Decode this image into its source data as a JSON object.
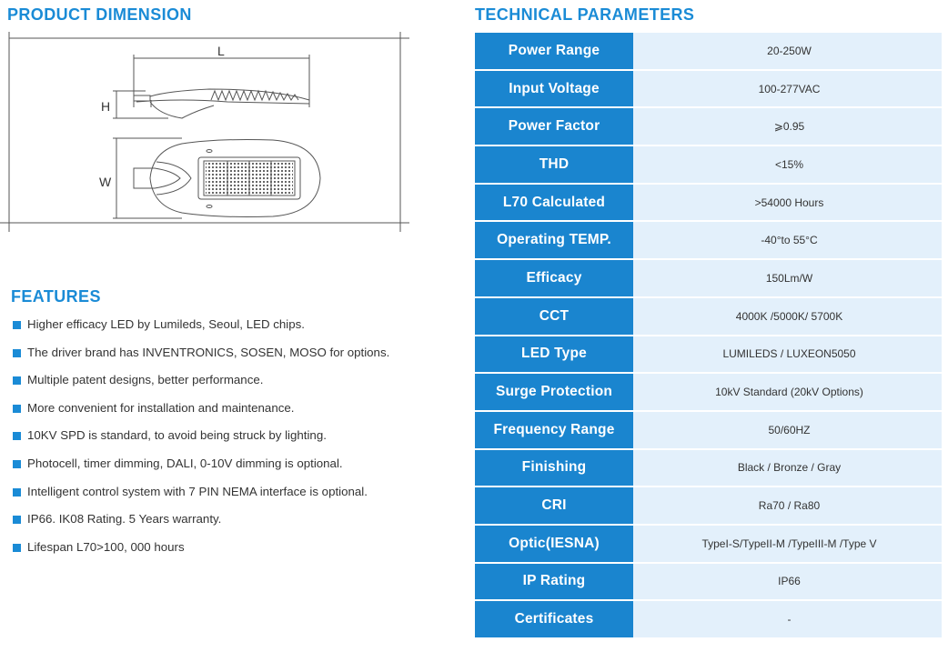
{
  "headings": {
    "dimension": "PRODUCT DIMENSION",
    "technical": "TECHNICAL PARAMETERS",
    "features": "FEATURES"
  },
  "dimension_labels": {
    "length": "L",
    "height": "H",
    "width": "W"
  },
  "features": [
    "Higher efficacy LED by Lumileds, Seoul, LED chips.",
    "The driver brand has INVENTRONICS, SOSEN,  MOSO for options.",
    "Multiple patent designs, better performance.",
    "More convenient for installation and maintenance.",
    "10KV SPD is standard, to avoid being struck by lighting.",
    "Photocell, timer dimming, DALI, 0-10V dimming is optional.",
    "Intelligent control system with 7 PIN NEMA interface is optional.",
    "IP66. IK08 Rating. 5 Years warranty.",
    "Lifespan L70>100, 000 hours"
  ],
  "parameters": [
    {
      "name": "Power Range",
      "value": "20-250W"
    },
    {
      "name": "Input Voltage",
      "value": "100-277VAC"
    },
    {
      "name": "Power Factor",
      "value": "⩾0.95"
    },
    {
      "name": "THD",
      "value": "<15%"
    },
    {
      "name": "L70 Calculated",
      "value": ">54000 Hours"
    },
    {
      "name": "Operating TEMP.",
      "value": "-40°to 55°C"
    },
    {
      "name": "Efficacy",
      "value": "150Lm/W"
    },
    {
      "name": "CCT",
      "value": "4000K /5000K/ 5700K"
    },
    {
      "name": "LED Type",
      "value": "LUMILEDS / LUXEON5050"
    },
    {
      "name": "Surge Protection",
      "value": "10kV Standard (20kV Options)"
    },
    {
      "name": "Frequency Range",
      "value": "50/60HZ"
    },
    {
      "name": "Finishing",
      "value": "Black / Bronze / Gray"
    },
    {
      "name": "CRI",
      "value": "Ra70 /  Ra80"
    },
    {
      "name": "Optic(IESNA)",
      "value": "TypeI-S/TypeII-M /TypeIII-M /Type V"
    },
    {
      "name": "IP Rating",
      "value": "IP66"
    },
    {
      "name": "Certificates",
      "value": "-"
    }
  ]
}
